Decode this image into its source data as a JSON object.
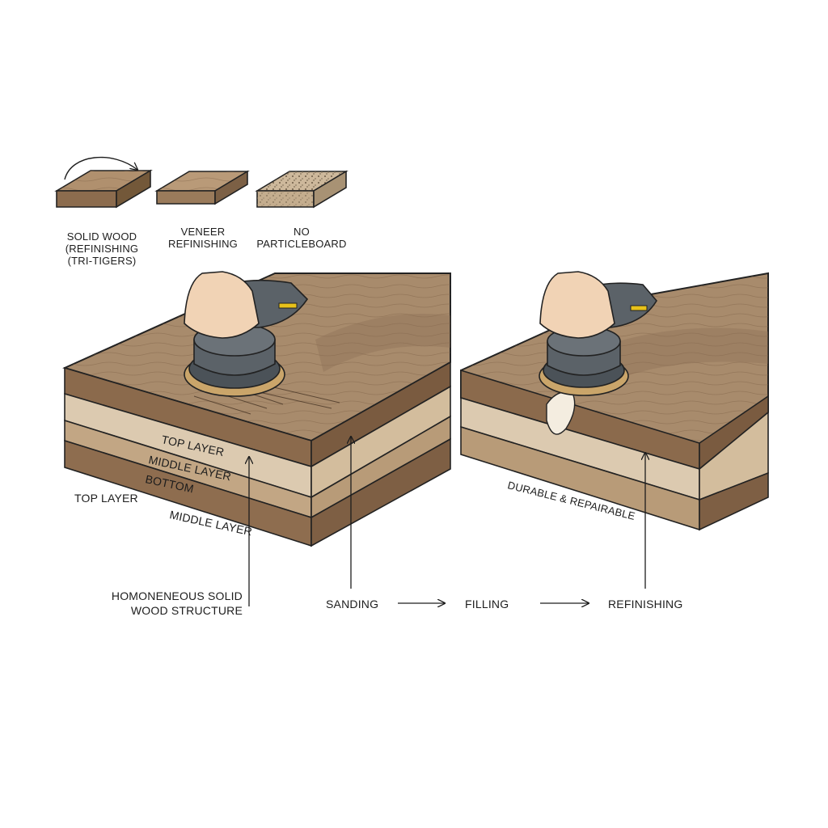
{
  "samples": {
    "solid_wood": [
      "SOLID WOOD",
      "(REFINISHING",
      "(TRI-TIGERS)"
    ],
    "veneer": [
      "VENEER",
      "REFINISHING"
    ],
    "particleboard": [
      "NO",
      "PARTICLEBOARD"
    ]
  },
  "left_panel": {
    "layer_labels": {
      "top_on_board": "TOP LAYER",
      "middle_on_board": "MIDDLE LAYER",
      "bottom_on_board": "BOTTOM",
      "top_outside": "TOP LAYER",
      "middle_outside": "MIDDLE LAYER"
    },
    "caption": [
      "HOMONENEOUS SOLID",
      "WOOD STRUCTURE"
    ]
  },
  "right_panel": {
    "tag": "DURABLE & REPAIRABLE"
  },
  "process": {
    "steps": [
      "SANDING",
      "FILLING",
      "REFINISHING"
    ]
  },
  "colors": {
    "wood_top": "#a88b6c",
    "wood_top_dark": "#8a6e52",
    "wood_layer_dark": "#8b6a4c",
    "wood_layer_light": "#d9c6a8",
    "sander_body": "#5b6268",
    "sander_accent": "#e8c21a",
    "skin": "#f1d3b5",
    "ink": "#1d1d1d"
  }
}
